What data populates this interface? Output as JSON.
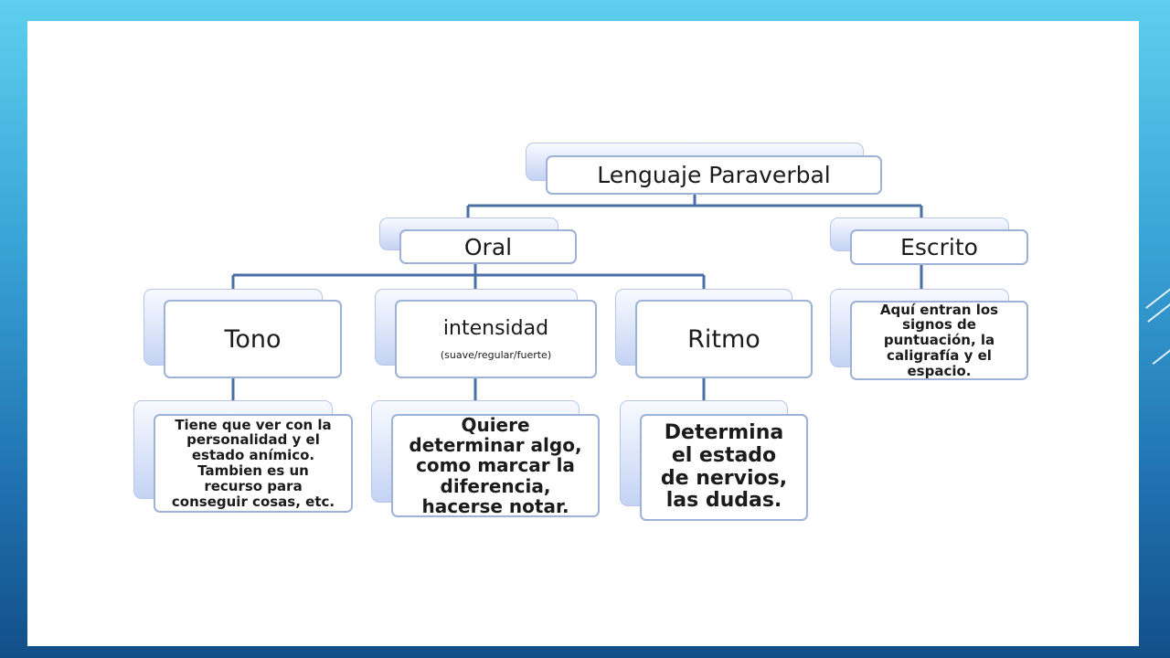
{
  "diagram": {
    "root": {
      "label": "Lenguaje Paraverbal"
    },
    "oral": {
      "label": "Oral",
      "children": {
        "tono": {
          "label": "Tono",
          "description": "Tiene que ver con la personalidad y el estado anímico. Tambien es un recurso para conseguir cosas, etc."
        },
        "intensidad": {
          "label": "intensidad",
          "sublabel": "(suave/regular/fuerte)",
          "description": "Quiere determinar algo, como marcar la diferencia, hacerse notar."
        },
        "ritmo": {
          "label": "Ritmo",
          "description": "Determina el estado de nervios, las dudas."
        }
      }
    },
    "escrito": {
      "label": "Escrito",
      "description": "Aquí entran los signos de puntuación, la caligrafía y el espacio."
    }
  },
  "colors": {
    "connector": "#4a6fa5",
    "box_border": "#9db2d6",
    "shadow_fill": "#c4d3f4"
  }
}
